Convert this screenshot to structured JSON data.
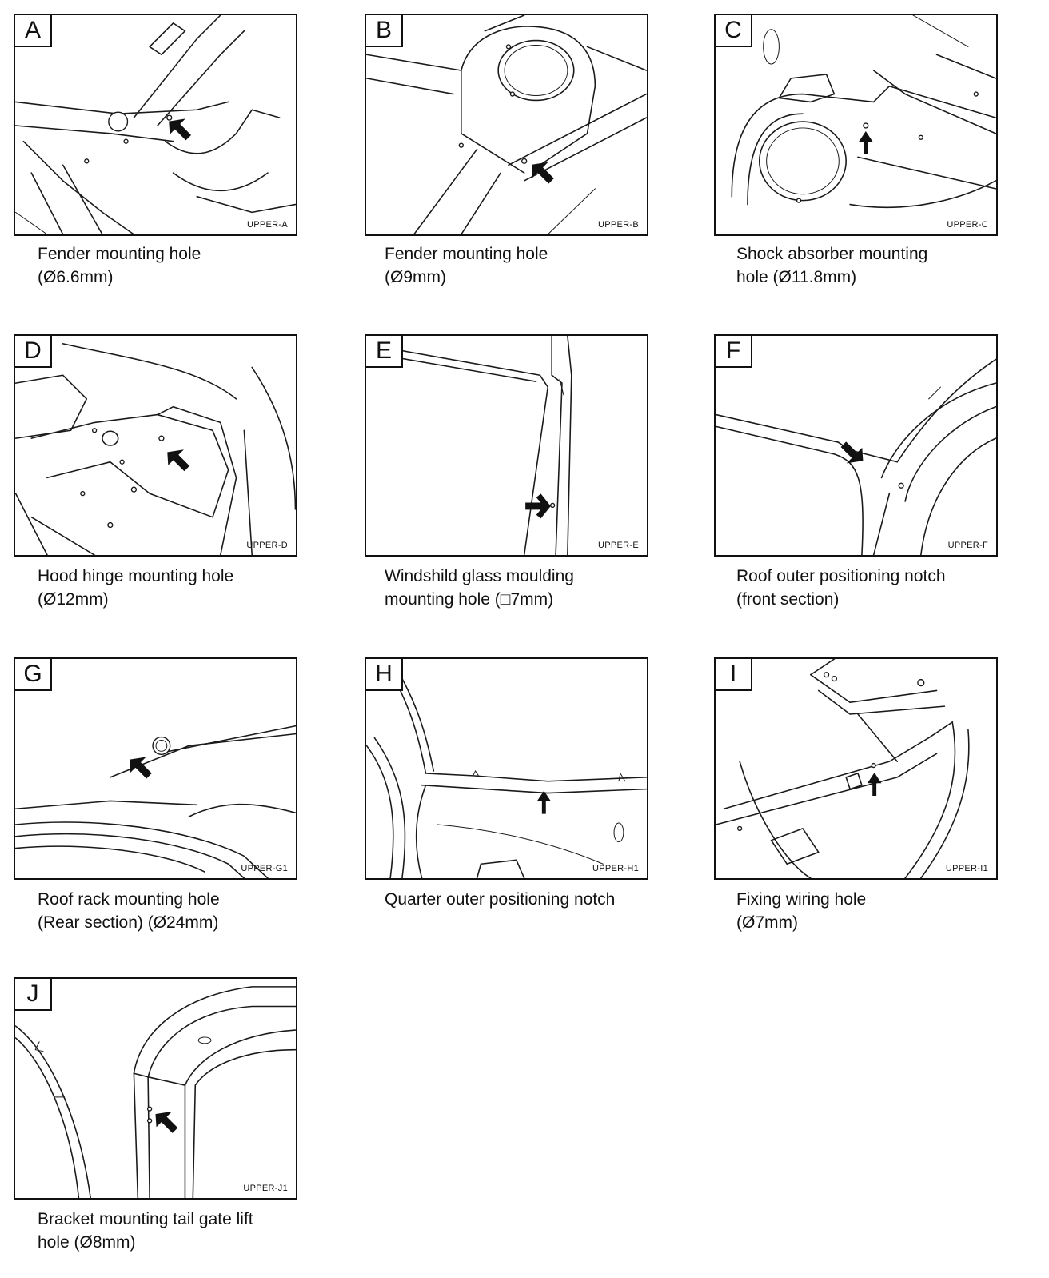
{
  "figures": [
    {
      "letter": "A",
      "code": "UPPER-A",
      "caption": "Fender mounting hole\n(Ø6.6mm)"
    },
    {
      "letter": "B",
      "code": "UPPER-B",
      "caption": "Fender mounting hole\n(Ø9mm)"
    },
    {
      "letter": "C",
      "code": "UPPER-C",
      "caption": "Shock absorber mounting\nhole (Ø11.8mm)"
    },
    {
      "letter": "D",
      "code": "UPPER-D",
      "caption": "Hood hinge mounting hole\n(Ø12mm)"
    },
    {
      "letter": "E",
      "code": "UPPER-E",
      "caption": "Windshild glass moulding\nmounting hole (□7mm)"
    },
    {
      "letter": "F",
      "code": "UPPER-F",
      "caption": "Roof outer positioning notch\n(front section)"
    },
    {
      "letter": "G",
      "code": "UPPER-G1",
      "caption": "Roof rack mounting hole\n(Rear section) (Ø24mm)"
    },
    {
      "letter": "H",
      "code": "UPPER-H1",
      "caption": "Quarter outer positioning notch"
    },
    {
      "letter": "I",
      "code": "UPPER-I1",
      "caption": "Fixing wiring hole\n(Ø7mm)"
    },
    {
      "letter": "J",
      "code": "UPPER-J1",
      "caption": "Bracket mounting tail gate lift\nhole (Ø8mm)"
    }
  ]
}
